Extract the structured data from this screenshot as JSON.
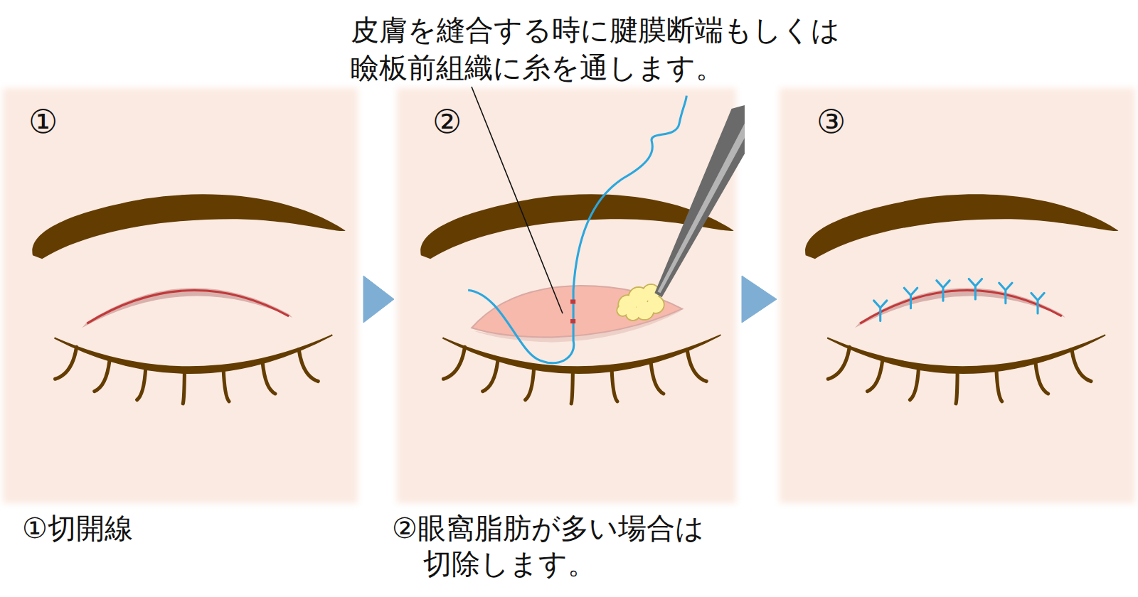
{
  "diagram": {
    "nodes": [
      {
        "text": [
          "①",
          "①切開線"
        ]
      },
      {
        "text": [
          "②",
          "②眼窩脂肪が多い場合は 切除します。"
        ]
      },
      {
        "text": [
          "③"
        ]
      }
    ],
    "edges": [
      {
        "from": 0,
        "to": 1,
        "arrow": "to"
      },
      {
        "from": 1,
        "to": 2,
        "arrow": "to"
      }
    ],
    "labels": [
      "皮膚を縫合する時に腱膜断端もしくは 瞼板前組織に糸を通します。"
    ]
  }
}
